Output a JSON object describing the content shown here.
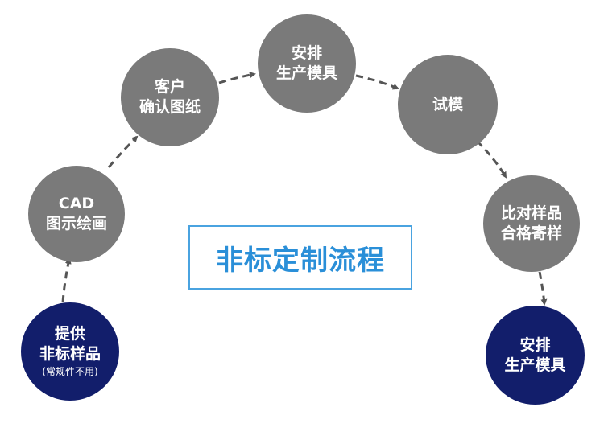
{
  "title": "非标定制流程",
  "colors": {
    "gray_node": "#7a7a7a",
    "navy_node": "#121e6b",
    "title": "#2a8fd8",
    "arrow": "#555555"
  },
  "steps": [
    {
      "lines": [
        "提供",
        "非标样品"
      ],
      "note": "(常规件不用)",
      "style": "navy"
    },
    {
      "lines": [
        "CAD",
        "图示绘画"
      ],
      "note": "",
      "style": "gray"
    },
    {
      "lines": [
        "客户",
        "确认图纸"
      ],
      "note": "",
      "style": "gray"
    },
    {
      "lines": [
        "安排",
        "生产模具"
      ],
      "note": "",
      "style": "gray"
    },
    {
      "lines": [
        "试模"
      ],
      "note": "",
      "style": "gray"
    },
    {
      "lines": [
        "比对样品",
        "合格寄样"
      ],
      "note": "",
      "style": "gray"
    },
    {
      "lines": [
        "安排",
        "生产模具"
      ],
      "note": "",
      "style": "navy"
    }
  ]
}
